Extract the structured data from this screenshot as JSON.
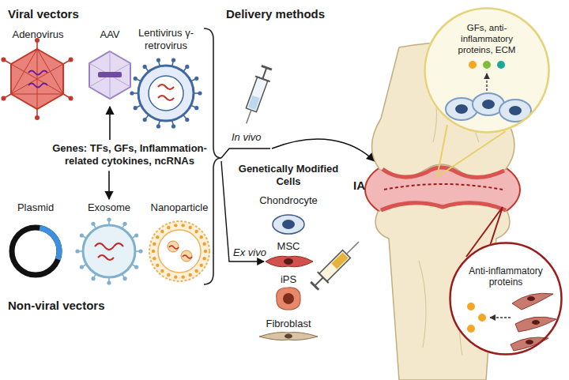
{
  "diagram": {
    "nodes": [
      {
        "text": [
          "Adenovirus"
        ]
      },
      {
        "text": [
          "AAV"
        ]
      },
      {
        "text": [
          "Lentivirus γ-retrovirus"
        ]
      },
      {
        "text": [
          "Genes: TFs, GFs, Inflammation-related cytokines, ncRNAs"
        ]
      },
      {
        "text": [
          "Plasmid"
        ]
      },
      {
        "text": [
          "Exosome"
        ]
      },
      {
        "text": [
          "Nanoparticle"
        ]
      },
      {
        "text": [
          "Genetically Modified Cells"
        ]
      },
      {
        "text": [
          "Chondrocyte"
        ],
        "in": 7
      },
      {
        "text": [
          "MSC"
        ],
        "in": 7
      },
      {
        "text": [
          "iPS"
        ],
        "in": 7
      },
      {
        "text": [
          "Fibroblast"
        ],
        "in": 7
      },
      {
        "text": [
          "GFs, anti-inflammatory proteins, ECM"
        ]
      },
      {
        "text": [
          "Anti-inflammatory proteins"
        ]
      }
    ],
    "edges": [
      {
        "from": 3,
        "to": 1,
        "arrow": "to"
      },
      {
        "from": 3,
        "to": 5,
        "arrow": "to"
      }
    ],
    "labels": [
      "Viral vectors",
      "Delivery methods",
      "In vivo",
      "Ex vivo",
      "Non-viral vectors",
      "IA"
    ]
  }
}
